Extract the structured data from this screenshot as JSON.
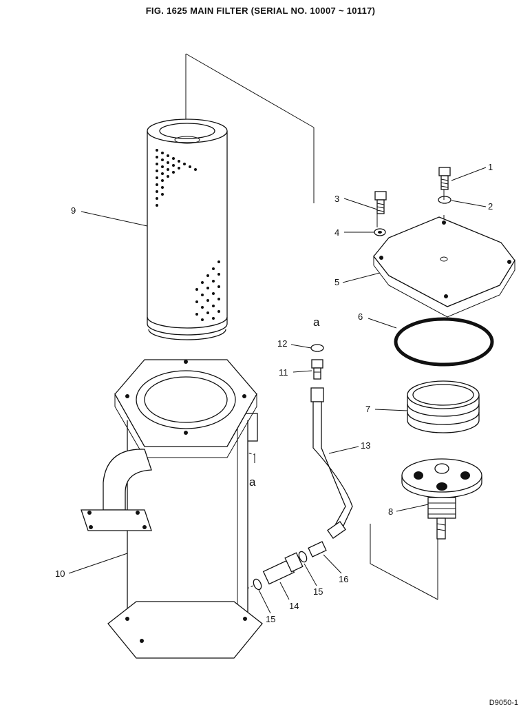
{
  "title": "FIG. 1625  MAIN FILTER (SERIAL NO. 10007 ~ 10117)",
  "page_code": "D9050-1",
  "part_labels": [
    "1",
    "2",
    "3",
    "4",
    "5",
    "6",
    "7",
    "8",
    "9",
    "10",
    "11",
    "12",
    "13",
    "14",
    "15",
    "15",
    "16"
  ],
  "connection_marker": "a"
}
